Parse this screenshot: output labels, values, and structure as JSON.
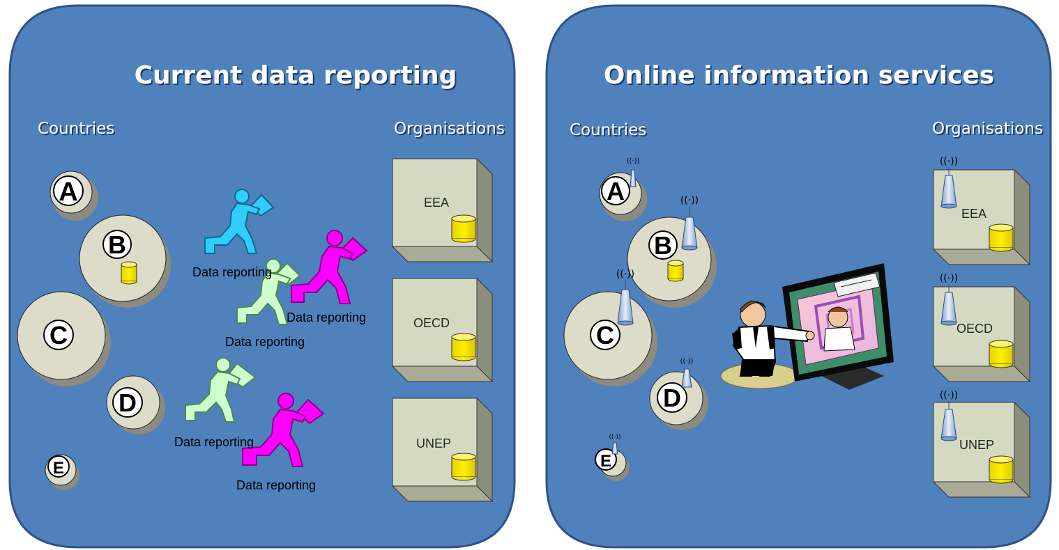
{
  "left_panel": {
    "title": "Current data reporting",
    "countries_label": "Countries",
    "organisations_label": "Organisations",
    "countries": [
      "A",
      "B",
      "C",
      "D",
      "E"
    ],
    "organisations": [
      "EEA",
      "OECD",
      "UNEP"
    ],
    "couriers": [
      "Data reporting",
      "Data reporting",
      "Data reporting",
      "Data reporting",
      "Data reporting"
    ]
  },
  "right_panel": {
    "title": "Online information services",
    "countries_label": "Countries",
    "organisations_label": "Organisations",
    "countries": [
      "A",
      "B",
      "C",
      "D",
      "E"
    ],
    "organisations": [
      "EEA",
      "OECD",
      "UNEP"
    ],
    "signal_glyph": "((·))"
  },
  "colors": {
    "panel_fill": "#4f81bd",
    "panel_stroke": "#2f5289",
    "node_fill": "#dcdcc8",
    "box_fill": "#d6d9c2",
    "db_fill": "#ffee00",
    "courier_blue": "#33ccff",
    "courier_green": "#ccffcc",
    "courier_magenta": "#ff00ff"
  },
  "icons": [
    "country-node-icon",
    "database-icon",
    "organisation-box-icon",
    "courier-figure-icon",
    "antenna-icon",
    "presenter-computer-icon"
  ]
}
